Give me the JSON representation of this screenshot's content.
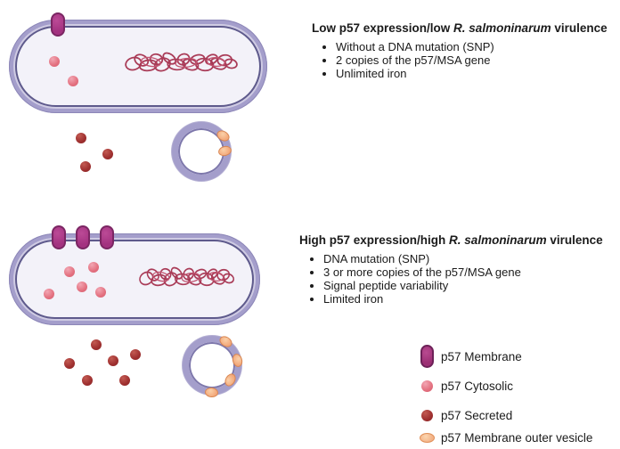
{
  "figure": {
    "panels": [
      {
        "id": "low-virulence",
        "title_prefix": "Low p57 expression/low ",
        "title_species": "R. salmoninarum",
        "title_suffix": " virulence",
        "bullets": [
          "Without a DNA mutation (SNP)",
          "2 copies of the p57/MSA gene",
          "Unlimited iron"
        ],
        "diagram_counts": {
          "p57_membrane": 1,
          "p57_cytosolic": 2,
          "p57_secreted": 3,
          "p57_membrane_outer_vesicle": 2
        }
      },
      {
        "id": "high-virulence",
        "title_prefix": "High p57 expression/high ",
        "title_species": "R. salmoninarum",
        "title_suffix": " virulence",
        "bullets": [
          "DNA mutation (SNP)",
          "3 or more copies of the p57/MSA gene",
          "Signal peptide variability",
          "Limited iron"
        ],
        "diagram_counts": {
          "p57_membrane": 3,
          "p57_cytosolic": 5,
          "p57_secreted": 6,
          "p57_membrane_outer_vesicle": 4
        }
      }
    ],
    "legend": {
      "items": [
        {
          "icon": "membrane-pill-icon",
          "label": "p57 Membrane",
          "color": "#a8387f"
        },
        {
          "icon": "cytosolic-dot-icon",
          "label": "p57 Cytosolic",
          "color": "#e3707f"
        },
        {
          "icon": "secreted-dot-icon",
          "label": "p57 Secreted",
          "color": "#9e2f2f"
        },
        {
          "icon": "outer-vesicle-dot-icon",
          "label": "p57 Membrane outer vesicle",
          "color": "#f3b287"
        }
      ]
    },
    "colors": {
      "membrane_band": "#a49ecb",
      "membrane_inner_line": "#5e5a8c",
      "cell_interior": "#f3f2f9",
      "dna_coil": "#a93b57",
      "background": "#ffffff",
      "text": "#1b1b1b"
    }
  }
}
